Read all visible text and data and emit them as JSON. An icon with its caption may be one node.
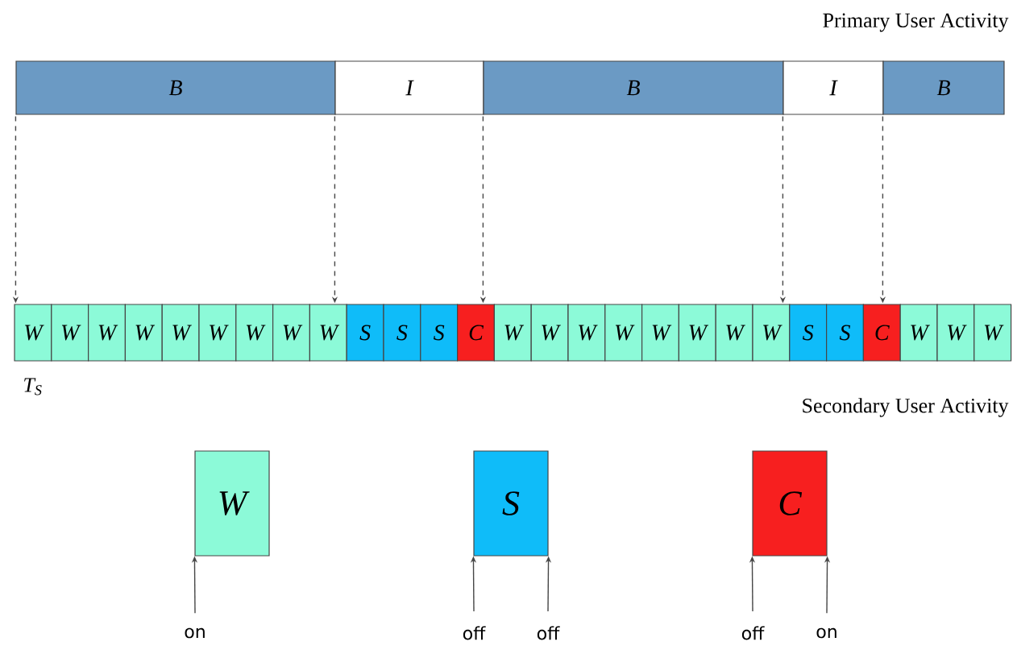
{
  "diagram": {
    "nodes": [
      {
        "text": [
          "B"
        ]
      },
      {
        "text": [
          "I"
        ]
      },
      {
        "text": [
          "B"
        ]
      },
      {
        "text": [
          "I"
        ]
      },
      {
        "text": [
          "B"
        ]
      },
      {
        "text": [
          "W"
        ]
      },
      {
        "text": [
          "W"
        ]
      },
      {
        "text": [
          "W"
        ]
      },
      {
        "text": [
          "W"
        ]
      },
      {
        "text": [
          "W"
        ]
      },
      {
        "text": [
          "W"
        ]
      },
      {
        "text": [
          "W"
        ]
      },
      {
        "text": [
          "W"
        ]
      },
      {
        "text": [
          "W"
        ]
      },
      {
        "text": [
          "S"
        ]
      },
      {
        "text": [
          "S"
        ]
      },
      {
        "text": [
          "S"
        ]
      },
      {
        "text": [
          "C"
        ]
      },
      {
        "text": [
          "W"
        ]
      },
      {
        "text": [
          "W"
        ]
      },
      {
        "text": [
          "W"
        ]
      },
      {
        "text": [
          "W"
        ]
      },
      {
        "text": [
          "W"
        ]
      },
      {
        "text": [
          "W"
        ]
      },
      {
        "text": [
          "W"
        ]
      },
      {
        "text": [
          "W"
        ]
      },
      {
        "text": [
          "S"
        ]
      },
      {
        "text": [
          "S"
        ]
      },
      {
        "text": [
          "C"
        ]
      },
      {
        "text": [
          "W"
        ]
      },
      {
        "text": [
          "W"
        ]
      },
      {
        "text": [
          "W"
        ]
      },
      {
        "text": [
          "W"
        ]
      },
      {
        "text": [
          "S"
        ]
      },
      {
        "text": [
          "C"
        ]
      },
      {
        "text": [
          "on"
        ]
      },
      {
        "text": [
          "off"
        ]
      },
      {
        "text": [
          "off"
        ]
      },
      {
        "text": [
          "off"
        ]
      },
      {
        "text": [
          "on"
        ]
      }
    ],
    "edges": [
      {
        "from": 0,
        "to": 5,
        "arrow": "to",
        "style": "dashed"
      },
      {
        "from": 1,
        "to": 13,
        "arrow": "to",
        "style": "dashed"
      },
      {
        "from": 2,
        "to": 17,
        "arrow": "to",
        "style": "dashed"
      },
      {
        "from": 3,
        "to": 25,
        "arrow": "to",
        "style": "dashed"
      },
      {
        "from": 4,
        "to": 28,
        "arrow": "to",
        "style": "dashed"
      },
      {
        "from": 35,
        "to": 32,
        "arrow": "to"
      },
      {
        "from": 36,
        "to": 33,
        "arrow": "to"
      },
      {
        "from": 37,
        "to": 33,
        "arrow": "to"
      },
      {
        "from": 38,
        "to": 34,
        "arrow": "to"
      },
      {
        "from": 39,
        "to": 34,
        "arrow": "to"
      }
    ],
    "labels": [
      "Primary User Activity",
      "T$_{S}$",
      "Secondary User Activity"
    ]
  }
}
